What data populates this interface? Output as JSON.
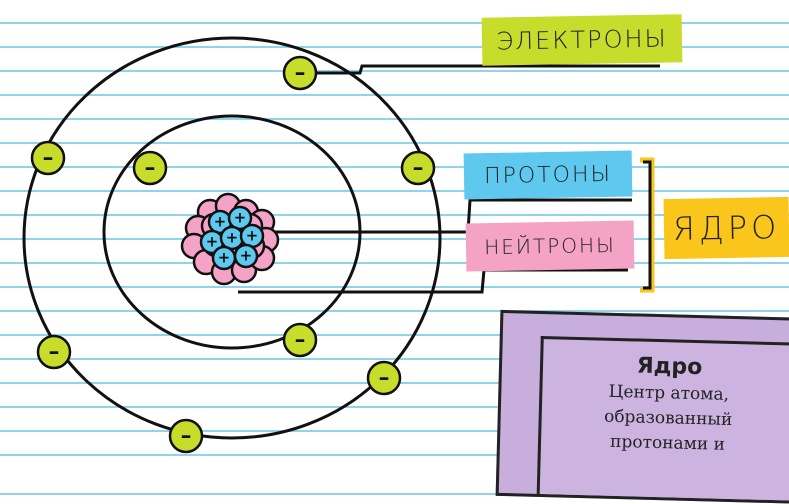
{
  "labels": {
    "electrons": "ЭЛЕКТРОНЫ",
    "protons": "ПРОТОНЫ",
    "neutrons": "НЕЙТРОНЫ",
    "nucleus": "ЯДРО"
  },
  "info_card": {
    "title": "Ядро",
    "text_lines": [
      "Центр атома,",
      "образованный",
      "протонами и"
    ]
  },
  "particles": {
    "electron_sign": "–",
    "proton_sign": "+"
  },
  "colors": {
    "electron": "#c8dc2c",
    "proton": "#5ec8ee",
    "neutron": "#f4a3c7",
    "nucleus_label": "#fbc61b",
    "card": "#c8aedc",
    "paper_lines": "#8fd3ec"
  }
}
